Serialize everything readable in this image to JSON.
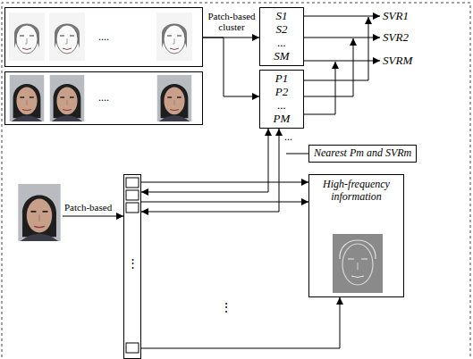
{
  "diagram": {
    "nodes": [
      {
        "text": [
          "...."
        ]
      },
      {
        "text": [
          "S1",
          "S2",
          "...",
          "SM"
        ]
      },
      {
        "text": [
          "...."
        ]
      },
      {
        "text": [
          "P1",
          "P2",
          "...",
          "PM"
        ]
      },
      {
        "text": [
          "Nearest Pm and SVRm"
        ]
      },
      {
        "text": [
          "⋮"
        ]
      },
      {
        "text": [
          "High-frequency information"
        ]
      }
    ],
    "edges": [
      {
        "from": 0,
        "to": 1,
        "arrow": "to",
        "label": "Patch-based cluster"
      },
      {
        "from": 0,
        "to": 3,
        "arrow": "to"
      },
      {
        "from": 5,
        "to": 3,
        "arrow": "both"
      },
      {
        "from": 5,
        "to": 3,
        "arrow": "both"
      },
      {
        "from": 5,
        "to": 6,
        "arrow": "to"
      },
      {
        "from": 5,
        "to": 6,
        "arrow": "to"
      },
      {
        "from": 5,
        "to": 6,
        "arrow": "to"
      }
    ],
    "labels": [
      "SVR1",
      "SVR2",
      "SVRM",
      "...",
      "Patch-based",
      "⋮"
    ]
  }
}
